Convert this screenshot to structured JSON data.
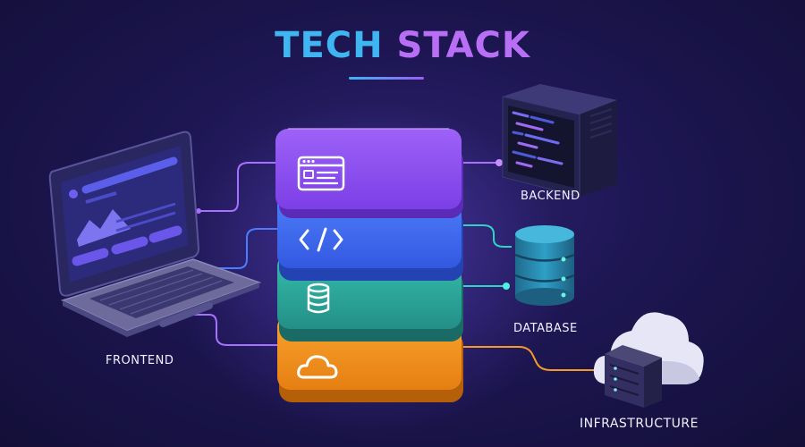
{
  "title": {
    "word1": "TECH",
    "word2": "STACK"
  },
  "labels": {
    "frontend": "FRONTEND",
    "backend": "BACKEND",
    "database": "DATABASE",
    "infrastructure": "INFRASTRUCTURE"
  },
  "colors": {
    "title_cyan": "#3fb6f2",
    "title_purple": "#b86ef5",
    "layer_ui": "#8a4ef0",
    "layer_code": "#3d6df2",
    "layer_db": "#2aa89c",
    "layer_cloud": "#f3931f",
    "connector_purple": "#a870ff",
    "connector_blue": "#4a7cff",
    "connector_teal": "#2ed3c4",
    "connector_orange": "#f39a2a"
  },
  "icons": {
    "layer_ui": "browser-window-icon",
    "layer_code": "code-brackets-icon",
    "layer_db": "database-icon",
    "layer_cloud": "cloud-icon",
    "frontend": "laptop-icon",
    "backend": "server-code-icon",
    "database": "database-cylinder-icon",
    "infrastructure": "cloud-server-icon"
  }
}
